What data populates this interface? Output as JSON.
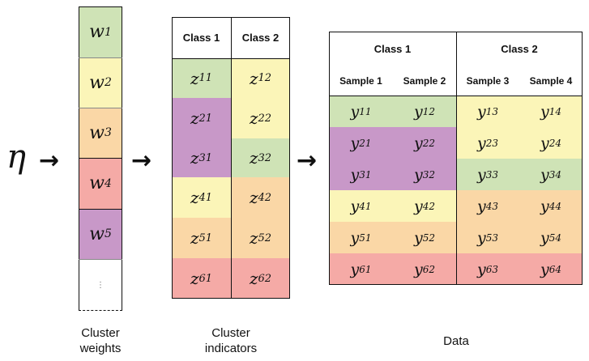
{
  "eta": "η",
  "arrow": "→",
  "weights": {
    "cells": [
      {
        "sym": "w",
        "sub": "1",
        "color": "#cfe3b6"
      },
      {
        "sym": "w",
        "sub": "2",
        "color": "#fbf5b8"
      },
      {
        "sym": "w",
        "sub": "3",
        "color": "#fad7a6"
      },
      {
        "sym": "w",
        "sub": "4",
        "color": "#f5aaa6"
      },
      {
        "sym": "w",
        "sub": "5",
        "color": "#c898c8"
      }
    ],
    "ellipsis": "⋮",
    "caption_line1": "Cluster",
    "caption_line2": "weights"
  },
  "indicators": {
    "headers": [
      "Class 1",
      "Class 2"
    ],
    "col1": [
      {
        "sym": "z",
        "sub": "11"
      },
      {
        "sym": "z",
        "sub": "21"
      },
      {
        "sym": "z",
        "sub": "31"
      },
      {
        "sym": "z",
        "sub": "41"
      },
      {
        "sym": "z",
        "sub": "51"
      },
      {
        "sym": "z",
        "sub": "61"
      }
    ],
    "col2": [
      {
        "sym": "z",
        "sub": "12"
      },
      {
        "sym": "z",
        "sub": "22"
      },
      {
        "sym": "z",
        "sub": "32"
      },
      {
        "sym": "z",
        "sub": "42"
      },
      {
        "sym": "z",
        "sub": "52"
      },
      {
        "sym": "z",
        "sub": "62"
      }
    ],
    "caption_line1": "Cluster",
    "caption_line2": "indicators"
  },
  "data_table": {
    "class_headers": [
      "Class 1",
      "Class 2"
    ],
    "sample_headers": [
      "Sample 1",
      "Sample 2",
      "Sample 3",
      "Sample 4"
    ],
    "rows": [
      [
        {
          "sub": "11"
        },
        {
          "sub": "12"
        },
        {
          "sub": "13"
        },
        {
          "sub": "14"
        }
      ],
      [
        {
          "sub": "21"
        },
        {
          "sub": "22"
        },
        {
          "sub": "23"
        },
        {
          "sub": "24"
        }
      ],
      [
        {
          "sub": "31"
        },
        {
          "sub": "32"
        },
        {
          "sub": "33"
        },
        {
          "sub": "34"
        }
      ],
      [
        {
          "sub": "41"
        },
        {
          "sub": "42"
        },
        {
          "sub": "43"
        },
        {
          "sub": "44"
        }
      ],
      [
        {
          "sub": "51"
        },
        {
          "sub": "52"
        },
        {
          "sub": "53"
        },
        {
          "sub": "54"
        }
      ],
      [
        {
          "sub": "61"
        },
        {
          "sub": "62"
        },
        {
          "sub": "63"
        },
        {
          "sub": "64"
        }
      ]
    ],
    "symbol": "y",
    "caption": "Data"
  }
}
